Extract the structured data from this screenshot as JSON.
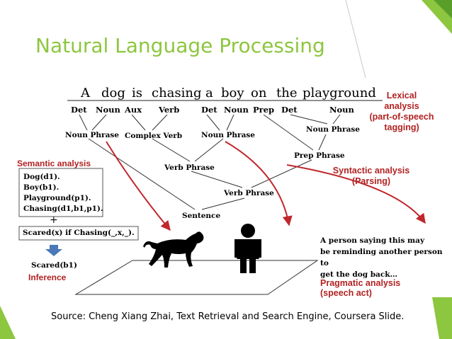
{
  "title": "Natural Language Processing",
  "sentence_words": [
    "A",
    "dog",
    "is",
    "chasing",
    "a",
    "boy",
    "on",
    "the",
    "playground"
  ],
  "pos_tags": [
    "Det",
    "Noun",
    "Aux",
    "Verb",
    "Det",
    "Noun",
    "Prep",
    "Det",
    "Noun"
  ],
  "phrases": {
    "noun_phrase_1": "Noun Phrase",
    "complex_verb": "Complex Verb",
    "noun_phrase_2": "Noun Phrase",
    "noun_phrase_3": "Noun Phrase",
    "prep_phrase": "Prep Phrase",
    "verb_phrase_1": "Verb Phrase",
    "verb_phrase_2": "Verb Phrase",
    "sentence": "Sentence"
  },
  "labels": {
    "lexical": [
      "Lexical",
      "analysis",
      "(part-of-speech",
      "tagging)"
    ],
    "syntactic": [
      "Syntactic analysis",
      "(Parsing)"
    ],
    "semantic": "Semantic analysis",
    "pragmatic": [
      "Pragmatic analysis",
      "(speech act)"
    ],
    "inference": "Inference"
  },
  "semantic_facts": [
    "Dog(d1).",
    "Boy(b1).",
    "Playground(p1).",
    "Chasing(d1,b1,p1)."
  ],
  "plus_sign": "+",
  "rule": "Scared(x) if Chasing(_,x,_).",
  "conclusion": "Scared(b1)",
  "person_text": [
    "A person saying this may",
    "be reminding another person",
    "to",
    "get the dog back…"
  ],
  "source": "Source: Cheng Xiang Zhai, Text Retrieval and Search Engine, Coursera Slide.",
  "colors": {
    "accent_green": "#8dc63f",
    "analysis_red": "#b22222",
    "arrow_red": "#c0272d",
    "inference_arrow": "#4a78b8"
  }
}
